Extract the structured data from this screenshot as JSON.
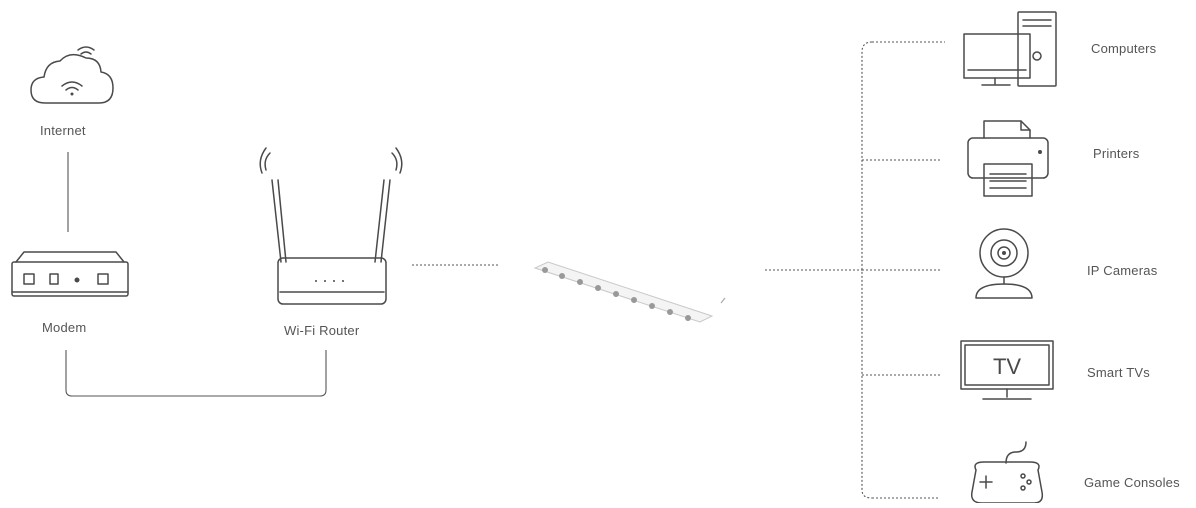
{
  "nodes": {
    "internet": "Internet",
    "modem": "Modem",
    "router": "Wi-Fi Router"
  },
  "devices": {
    "computers": "Computers",
    "printers": "Printers",
    "ip_cameras": "IP Cameras",
    "smart_tvs": "Smart TVs",
    "game_consoles": "Game Consoles"
  },
  "icons": {
    "internet": "cloud-wifi-icon",
    "modem": "modem-icon",
    "router": "wifi-router-icon",
    "switch": "network-switch-icon",
    "computers": "desktop-computer-icon",
    "printers": "printer-icon",
    "ip_cameras": "webcam-icon",
    "smart_tvs": "tv-icon",
    "game_consoles": "gamepad-icon"
  },
  "tv_screen_text": "TV"
}
